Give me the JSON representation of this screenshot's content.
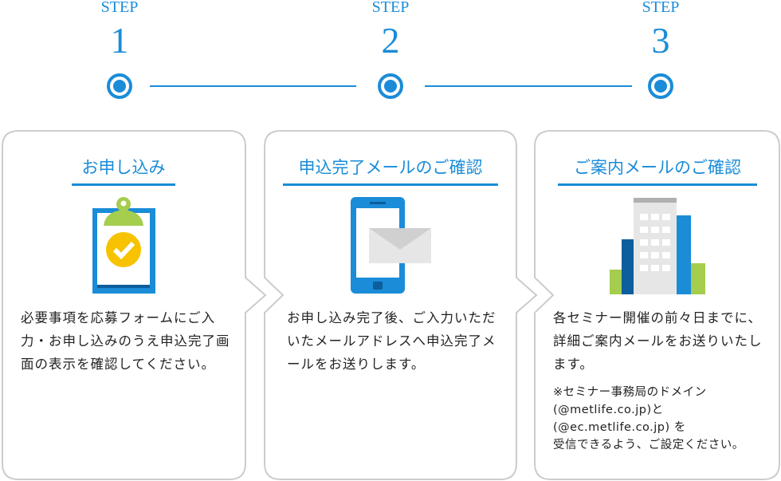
{
  "steps": [
    {
      "label": "STEP",
      "number": "1",
      "title": "お申し込み",
      "desc": "必要事項を応募フォームにご入力・お申し込みのうえ申込完了画面の表示を確認してください。"
    },
    {
      "label": "STEP",
      "number": "2",
      "title": "申込完了メールのご確認",
      "desc": "お申し込み完了後、ご入力いただいたメールアドレスへ申込完了メールをお送りします。"
    },
    {
      "label": "STEP",
      "number": "3",
      "title": "ご案内メールのご確認",
      "desc": "各セミナー開催の前々日までに、詳細ご案内メールをお送りいたします。",
      "note": [
        "※セミナー事務局のドメイン",
        "(@metlife.co.jp)と",
        "(@ec.metlife.co.jp) を",
        "受信できるよう、ご設定ください。"
      ]
    }
  ],
  "colors": {
    "accent": "#1a8cd8",
    "green": "#a5cd4e",
    "yellow": "#f7c300",
    "border": "#cccccc"
  }
}
